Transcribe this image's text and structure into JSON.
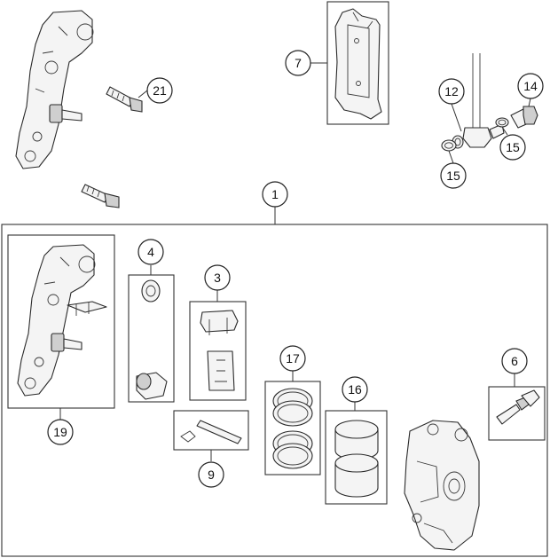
{
  "callouts": {
    "c1": "1",
    "c3": "3",
    "c4": "4",
    "c6": "6",
    "c7": "7",
    "c9": "9",
    "c12": "12",
    "c14": "14",
    "c15a": "15",
    "c15b": "15",
    "c16": "16",
    "c17": "17",
    "c19": "19",
    "c21": "21"
  }
}
